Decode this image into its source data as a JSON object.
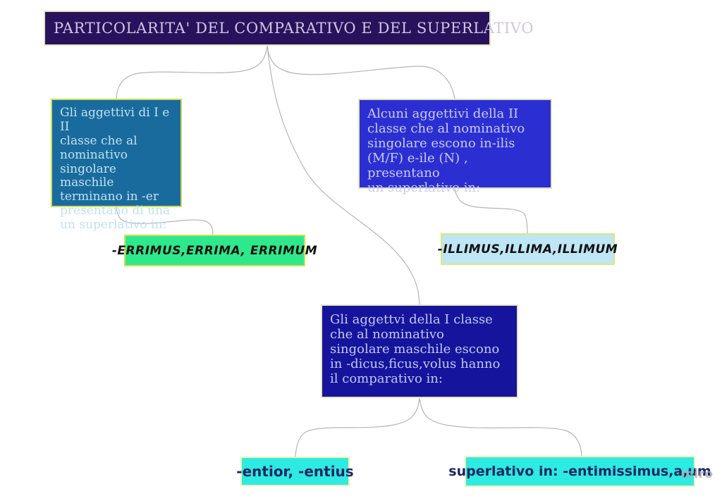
{
  "app": {
    "watermark": "miro"
  },
  "title": {
    "label": "PARTICOLARITA' DEL COMPARATIVO E DEL SUPERLATIVO"
  },
  "nodes": {
    "adj_I_II_er": {
      "text": "Gli aggettivi di I e II\nclasse che al\nnominativo\nsingolare maschile\nterminano in -er\npresentano di una\nun superlativo in:"
    },
    "errimus": {
      "text": "-ERRIMUS,ERRIMA, ERRIMUM"
    },
    "adj_II_ilis": {
      "text": "Alcuni aggettivi della II\nclasse che al nominativo\nsingolare escono in-ilis\n(M/F) e-ile (N) , presentano\nun superlativo in:"
    },
    "illimus": {
      "text": "-ILLIMUS,ILLIMA,ILLIMUM"
    },
    "adj_I_dicus": {
      "text": "Gli aggettvi della I classe\nche al nominativo\nsingolare maschile escono\nin -dicus,ficus,volus hanno\nil comparativo in:"
    },
    "entior": {
      "text": "-entior, -entius"
    },
    "superlativo": {
      "text": "superlativo in: -entimissimus,a,um"
    }
  },
  "colors": {
    "background": "#ffffff",
    "title_bg": "#29125c",
    "title_border": "#e9e4c3",
    "title_text": "#cfc6e2",
    "teal_bg": "#1a6b9d",
    "teal_border": "#c9dc52",
    "teal_text": "#bfe2f2",
    "blue_bg": "#2b2fd2",
    "blue_border": "#dfe3b9",
    "navy_bg": "#15149c",
    "navy_border": "#e9e4bb",
    "green_bg": "#2ee98c",
    "green_border": "#cfe14d",
    "lightcyan_bg": "#bfe6f4",
    "lightcyan_border": "#dbe87c",
    "cyan_bg": "#2debe1",
    "cyan_border": "#eef3b4",
    "cyan_text": "#1d2664",
    "connector": "#b5b5b5",
    "watermark_text": "#a9b0b5"
  }
}
